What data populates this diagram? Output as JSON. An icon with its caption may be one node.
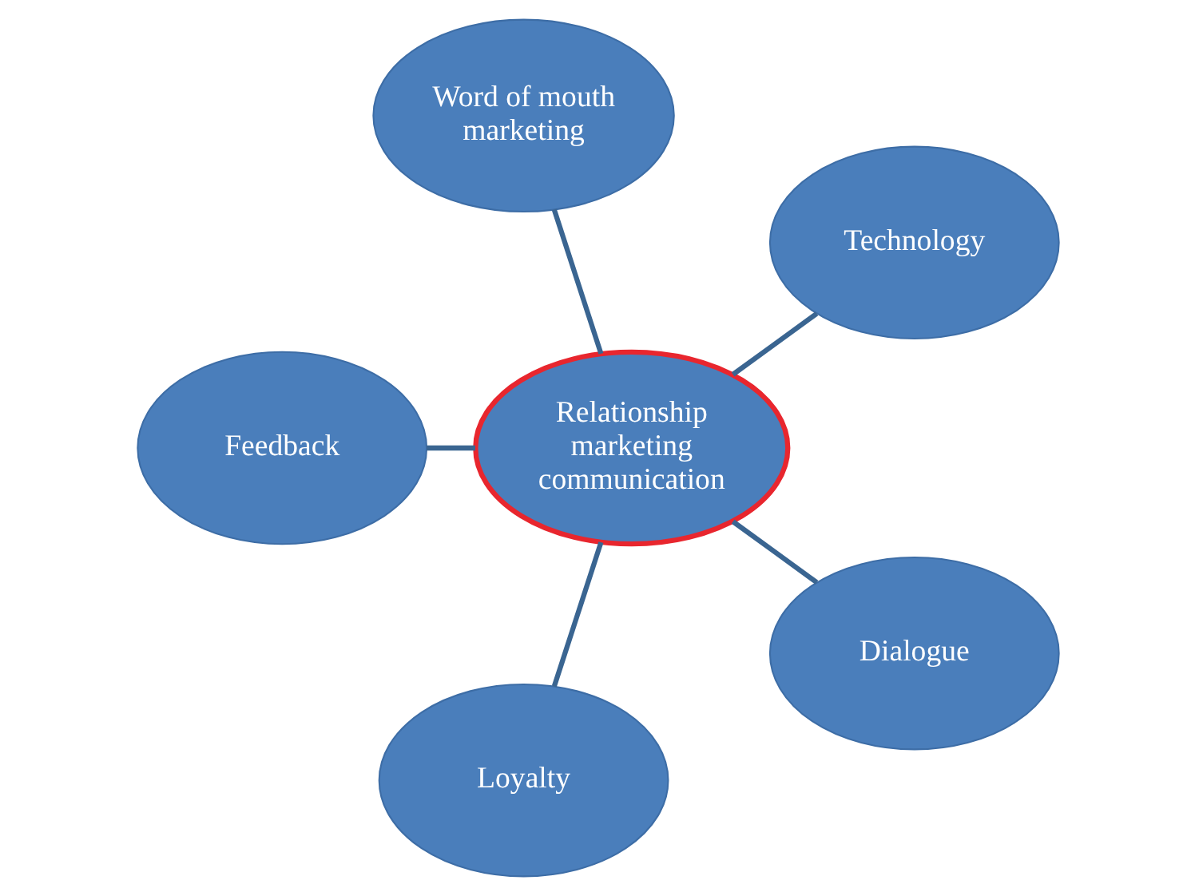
{
  "diagram": {
    "nodes": [
      {
        "text": [
          "Technology"
        ]
      },
      {
        "text": [
          "Word of mouth marketing"
        ]
      },
      {
        "text": [
          "Feedback"
        ]
      },
      {
        "text": [
          "Relationship marketing communication"
        ]
      },
      {
        "text": [
          "Loyalty"
        ]
      },
      {
        "text": [
          "Dialogue"
        ]
      }
    ],
    "edges": [
      {
        "from": 3,
        "to": 0,
        "arrow": "none"
      },
      {
        "from": 3,
        "to": 1,
        "arrow": "none"
      },
      {
        "from": 3,
        "to": 2,
        "arrow": "none"
      },
      {
        "from": 3,
        "to": 4,
        "arrow": "none"
      },
      {
        "from": 3,
        "to": 5,
        "arrow": "none"
      }
    ]
  }
}
